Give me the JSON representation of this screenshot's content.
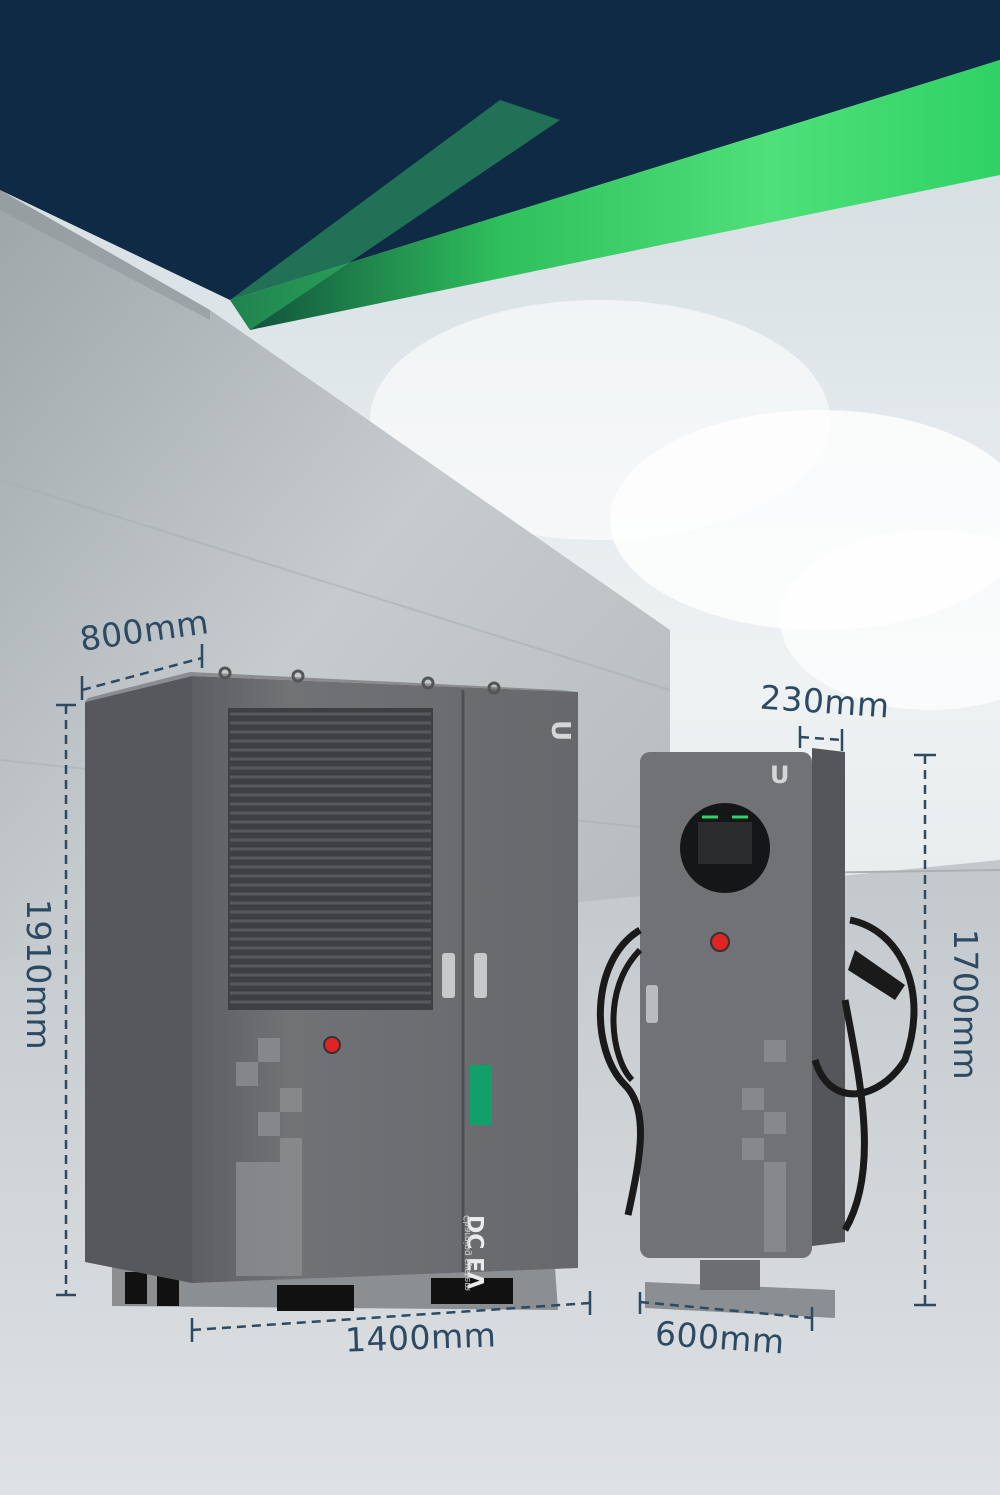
{
  "dimensions": {
    "cabinet_depth": "800mm",
    "cabinet_height": "1910mm",
    "cabinet_width": "1400mm",
    "charger_depth": "230mm",
    "charger_height": "1700mm",
    "charger_width": "600mm"
  },
  "cabinet": {
    "product_text": "DC EV",
    "product_subtext": "Charging system"
  },
  "colors": {
    "banner": "#0f2a45",
    "accent_green": "#3ddc6a",
    "unit_gray": "#6e7073",
    "indicator_red": "#e02424",
    "dimension_text": "#2c4a63"
  }
}
